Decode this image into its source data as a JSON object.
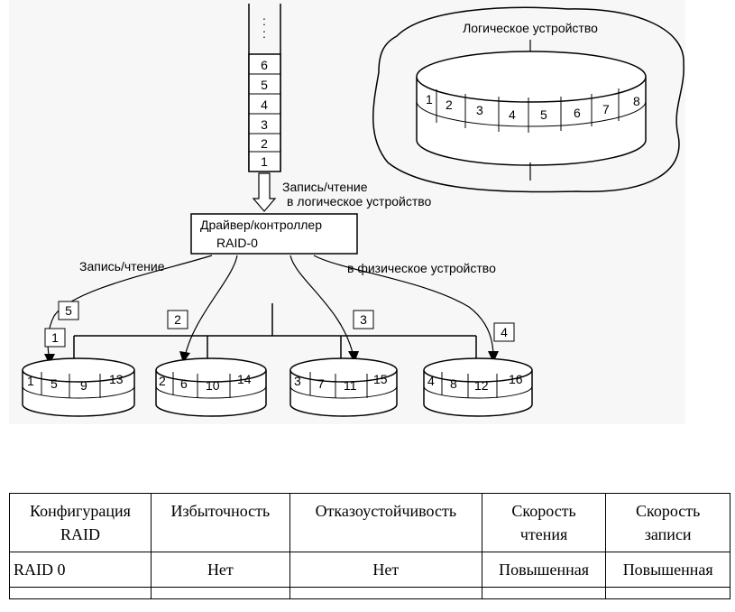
{
  "diagram": {
    "logical_device_label": "Логическое устройство",
    "stack_blocks": [
      "6",
      "5",
      "4",
      "3",
      "2",
      "1"
    ],
    "stack_dots": ":",
    "arrow_label_line1": "Запись/чтение",
    "arrow_label_line2": "в логическое устройство",
    "controller_line1": "Драйвер/контроллер",
    "controller_line2": "RAID-0",
    "left_label": "Запись/чтение",
    "right_label": "в физическое устройство",
    "logical_blocks": [
      "1",
      "2",
      "3",
      "4",
      "5",
      "6",
      "7",
      "8"
    ],
    "flow_blocks": [
      "5",
      "1",
      "2",
      "3",
      "4"
    ],
    "disks": [
      {
        "blocks": [
          "1",
          "5",
          "9",
          "13"
        ]
      },
      {
        "blocks": [
          "2",
          "6",
          "10",
          "14"
        ]
      },
      {
        "blocks": [
          "3",
          "7",
          "11",
          "15"
        ]
      },
      {
        "blocks": [
          "4",
          "8",
          "12",
          "16"
        ]
      }
    ]
  },
  "table": {
    "headers": [
      "Конфигурация\nRAID",
      "Избыточность",
      "Отказоустойчивость",
      "Скорость\nчтения",
      "Скорость\nзаписи"
    ],
    "rows": [
      [
        "RAID 0",
        "Нет",
        "Нет",
        "Повышенная",
        "Повышенная"
      ],
      [
        "",
        "",
        "",
        "",
        ""
      ]
    ]
  }
}
